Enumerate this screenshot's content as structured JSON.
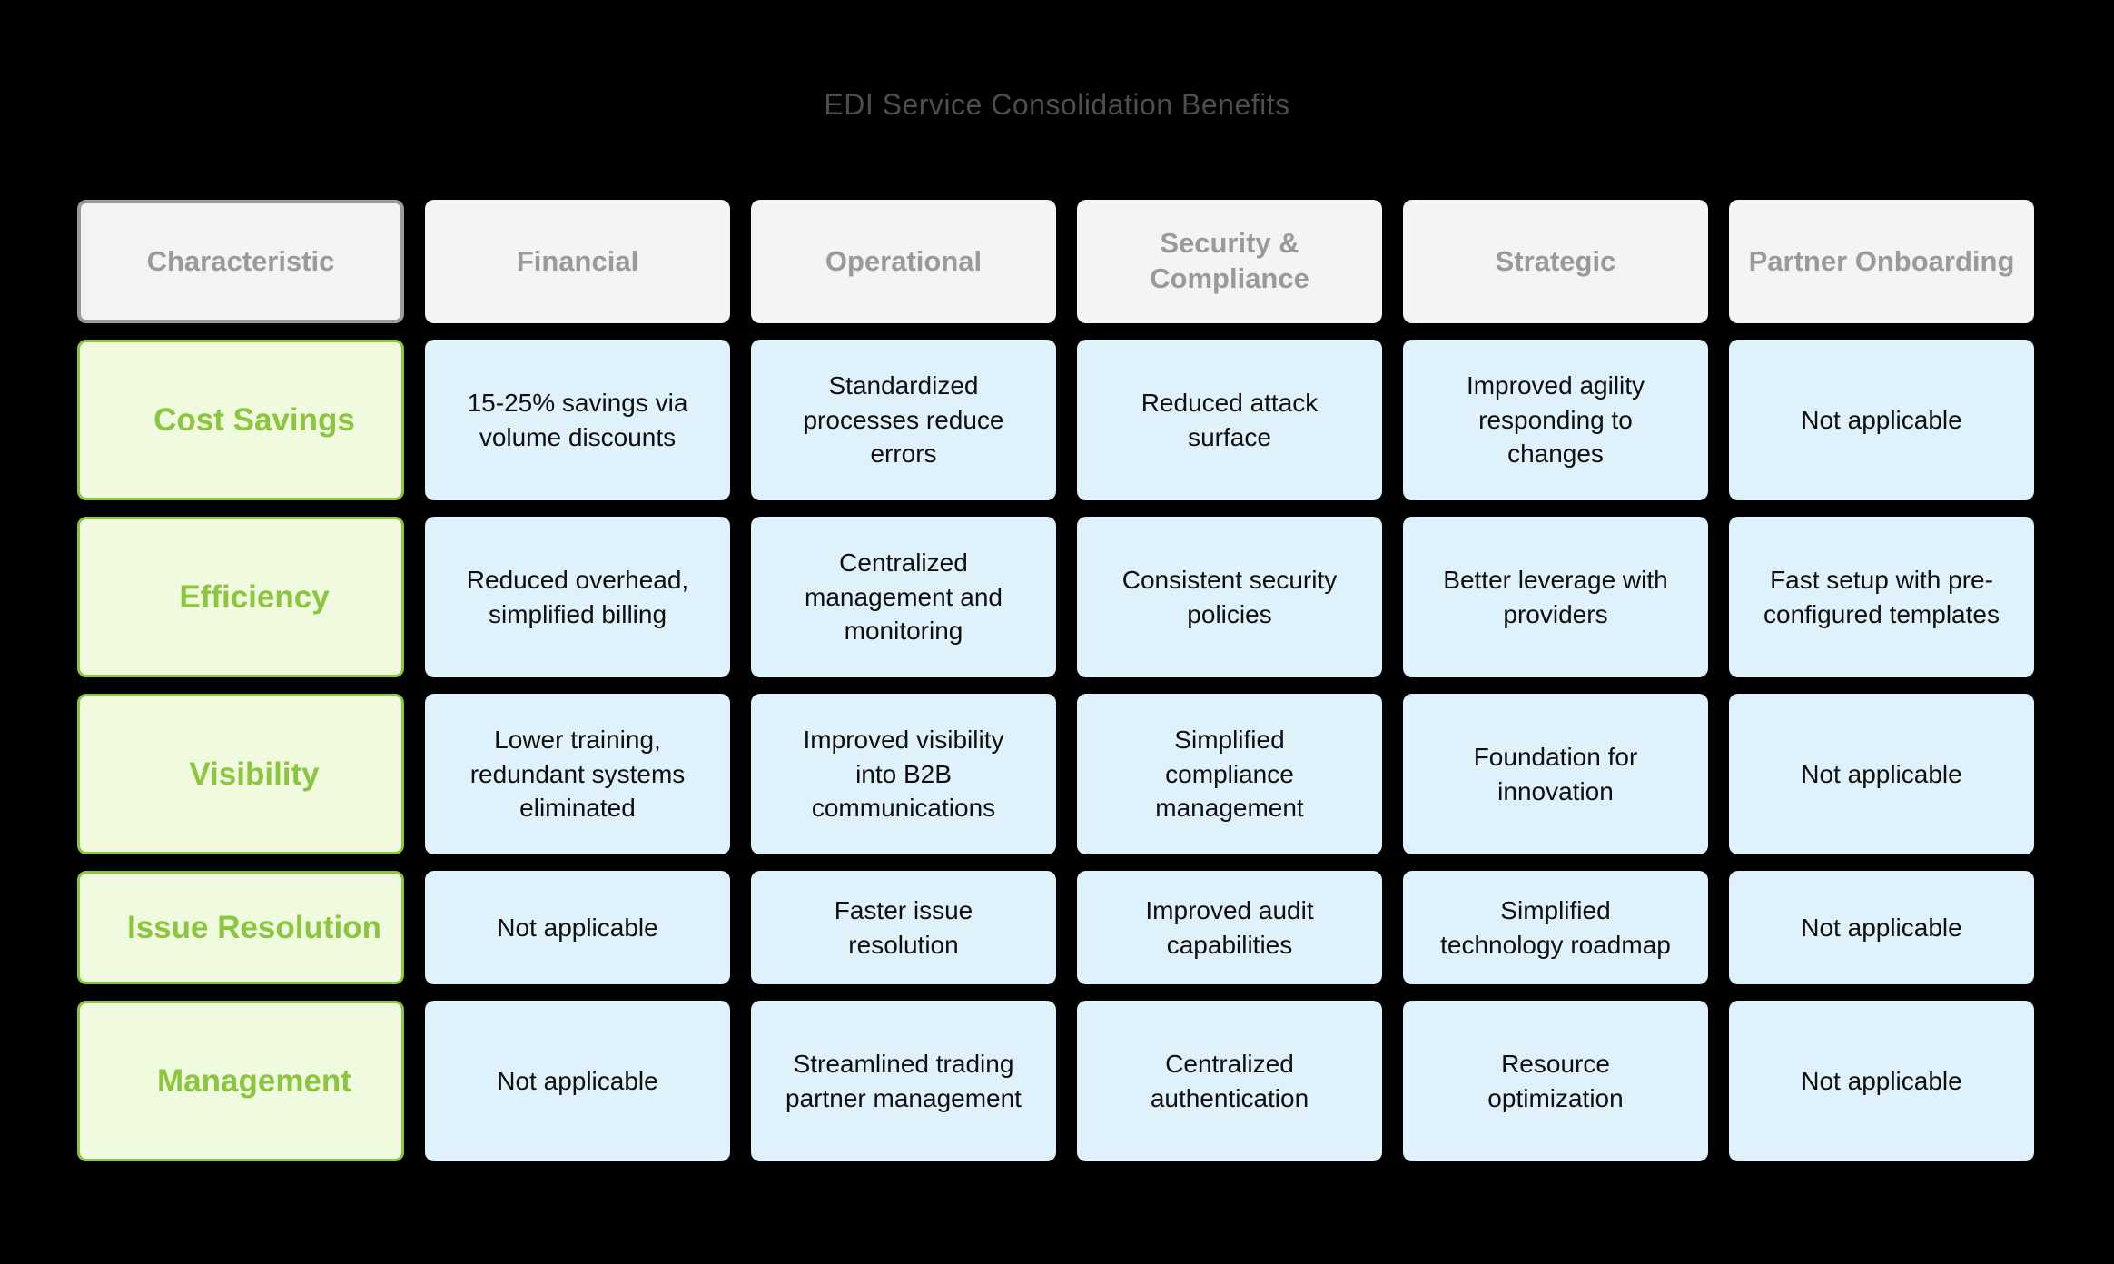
{
  "chart_data": {
    "type": "table",
    "title": "EDI Service Consolidation Benefits",
    "columns": [
      "Characteristic",
      "Financial",
      "Operational",
      "Security & Compliance",
      "Strategic",
      "Partner Onboarding"
    ],
    "rows": [
      {
        "characteristic": "Cost Savings",
        "values": [
          "15-25% savings via volume discounts",
          "Standardized processes reduce errors",
          "Reduced attack surface",
          "Improved agility responding to changes",
          "Not applicable"
        ]
      },
      {
        "characteristic": "Efficiency",
        "values": [
          "Reduced overhead, simplified billing",
          "Centralized management and monitoring",
          "Consistent security policies",
          "Better leverage with providers",
          "Fast setup with pre-configured templates"
        ]
      },
      {
        "characteristic": "Visibility",
        "values": [
          "Lower training, redundant systems eliminated",
          "Improved visibility into B2B communications",
          "Simplified compliance management",
          "Foundation for innovation",
          "Not applicable"
        ]
      },
      {
        "characteristic": "Issue Resolution",
        "values": [
          "Not applicable",
          "Faster issue resolution",
          "Improved audit capabilities",
          "Simplified technology roadmap",
          "Not applicable"
        ]
      },
      {
        "characteristic": "Management",
        "values": [
          "Not applicable",
          "Streamlined trading partner management",
          "Centralized authentication",
          "Resource optimization",
          "Not applicable"
        ]
      }
    ],
    "layout": {
      "legend": false,
      "grid_lines": false,
      "header_position": "top",
      "row_label_position": "left"
    }
  },
  "colors": {
    "background": "#000000",
    "title_text": "#4d4d4d",
    "header_bg": "#f4f4f4",
    "header_text": "#9a9a9a",
    "header_border": "#9b9b9b",
    "row_header_bg": "#f0fade",
    "row_header_border": "#8cc63f",
    "row_header_text": "#8cc63f",
    "cell_bg": "#dff1fb",
    "cell_text": "#0f0f0f"
  }
}
